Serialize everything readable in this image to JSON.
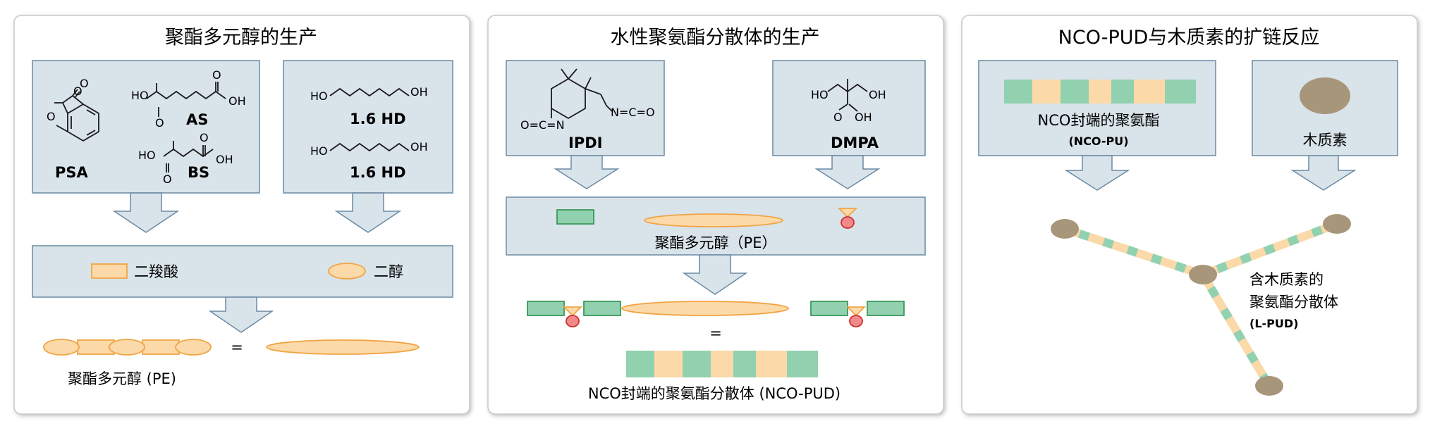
{
  "panels": [
    {
      "title": "聚酯多元醇的生产",
      "labels": {
        "psa": "PSA",
        "as": "AS",
        "bs": "BS",
        "hd1": "1.6 HD",
        "hd2": "1.6 HD",
        "diacid": "二羧酸",
        "diol": "二醇",
        "equals": "=",
        "product": "聚酯多元醇 (PE)"
      },
      "atoms": {
        "o": "O",
        "oh": "OH",
        "ho": "HO"
      }
    },
    {
      "title": "水性聚氨酯分散体的生产",
      "labels": {
        "ipdi": "IPDI",
        "dmpa": "DMPA",
        "pe": "聚酯多元醇（PE）",
        "equals": "=",
        "product": "NCO封端的聚氨酯分散体 (NCO-PUD)"
      },
      "atoms": {
        "nco_left": "O=C=N",
        "nco_right": "N=C=O",
        "ho": "HO",
        "oh": "OH",
        "o": "O"
      }
    },
    {
      "title": "NCO-PUD与木质素的扩链反应",
      "labels": {
        "ncopu_line1": "NCO封端的聚氨酯",
        "ncopu_line2": "(NCO-PU)",
        "lignin": "木质素",
        "lpud_line1": "含木质素的",
        "lpud_line2": "聚氨酯分散体",
        "lpud_line3": "(L-PUD)"
      }
    }
  ],
  "colors": {
    "box_fill": "#d9e3ea",
    "box_stroke": "#6a8aa3",
    "orange_fill": "#fcd9a8",
    "orange_stroke": "#f0a545",
    "green_fill": "#92d1b0",
    "green_stroke": "#3a9a5a",
    "red_fill": "#f08a8a",
    "red_stroke": "#d03030",
    "lignin": "#a8967a",
    "panel_border": "#c8c8c8"
  }
}
